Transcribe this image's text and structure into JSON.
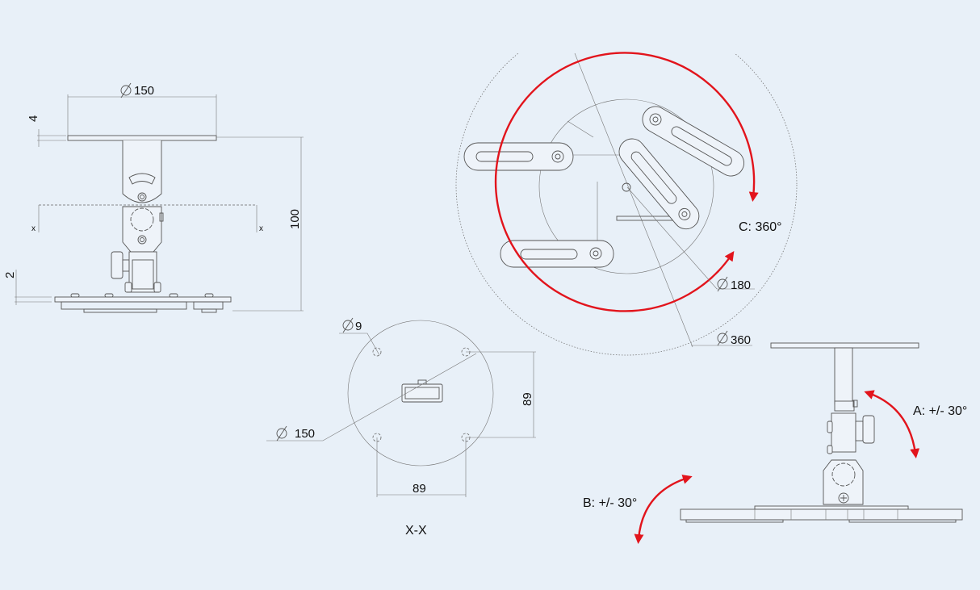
{
  "side_view_left": {
    "diameter_label": "150",
    "plate_thickness_label": "4",
    "height_label": "100",
    "base_thickness_label": "2",
    "section_mark_left": "x",
    "section_mark_right": "x"
  },
  "section_view": {
    "hole_diameter_label": "9",
    "diameter_label": "150",
    "vertical_spacing_label": "89",
    "horizontal_spacing_label": "89",
    "title": "X-X"
  },
  "top_view": {
    "inner_diameter_label": "180",
    "outer_diameter_label": "360",
    "rotation_label": "C: 360°"
  },
  "side_view_right": {
    "tilt_a_label": "A: +/- 30°",
    "tilt_b_label": "B: +/- 30°"
  },
  "colors": {
    "background": "#e8f0f8",
    "line": "#555555",
    "arrow": "#e2141c"
  }
}
